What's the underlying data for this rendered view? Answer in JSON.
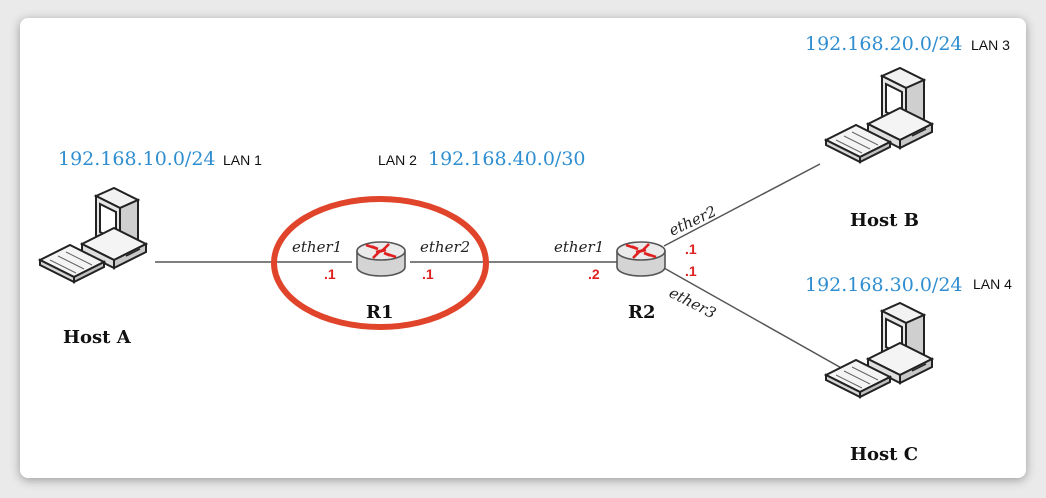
{
  "networks": {
    "lan1": {
      "subnet": "192.168.10.0/24",
      "name": "LAN 1"
    },
    "lan2": {
      "subnet": "192.168.40.0/30",
      "name": "LAN 2"
    },
    "lan3": {
      "subnet": "192.168.20.0/24",
      "name": "LAN 3"
    },
    "lan4": {
      "subnet": "192.168.30.0/24",
      "name": "LAN 4"
    }
  },
  "nodes": {
    "host_a": {
      "label": "Host A"
    },
    "host_b": {
      "label": "Host B"
    },
    "host_c": {
      "label": "Host C"
    },
    "r1": {
      "label": "R1",
      "highlighted": true,
      "highlight_color": "#e0452b"
    },
    "r2": {
      "label": "R2"
    }
  },
  "interfaces": {
    "r1_ether1": {
      "name": "ether1",
      "addr": ".1"
    },
    "r1_ether2": {
      "name": "ether2",
      "addr": ".1"
    },
    "r2_ether1": {
      "name": "ether1",
      "addr": ".2"
    },
    "r2_ether2": {
      "name": "ether2",
      "addr": ".1"
    },
    "r2_ether3": {
      "name": "ether3",
      "addr": ".1"
    }
  },
  "colors": {
    "subnet": "#2f8ed0",
    "address": "#e02020",
    "highlight": "#e0452b"
  }
}
